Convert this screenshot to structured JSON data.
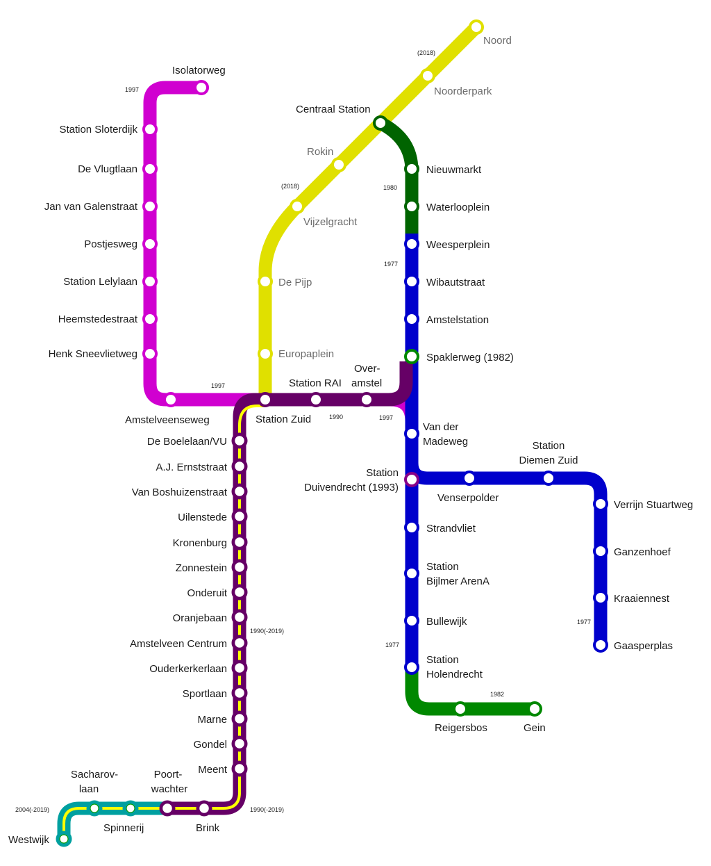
{
  "colors": {
    "magenta": "#d000d0",
    "yellow": "#e0e000",
    "dark_green": "#006400",
    "blue": "#0000cc",
    "purple": "#660066",
    "green": "#008800",
    "teal": "#00a0a0",
    "inner_yellow": "#ffff00"
  },
  "lines": {
    "magenta": {
      "years": [
        "1997",
        "1997",
        "1997"
      ],
      "stations": [
        "Isolatorweg",
        "Station Sloterdijk",
        "De Vlugtlaan",
        "Jan van Galenstraat",
        "Postjesweg",
        "Station Lelylaan",
        "Heemstedestraat",
        "Henk Sneevlietweg",
        "Amstelveenseweg"
      ]
    },
    "yellow": {
      "years": [
        "(2018)",
        "(2018)"
      ],
      "stations": [
        "Noord",
        "Noorderpark",
        "Rokin",
        "Vijzelgracht",
        "De Pijp",
        "Europaplein"
      ]
    },
    "dark_green": {
      "years": [
        "1980"
      ],
      "stations": [
        "Centraal Station",
        "Nieuwmarkt",
        "Waterlooplein"
      ]
    },
    "blue": {
      "years": [
        "1977",
        "1977",
        "1977"
      ],
      "stations": [
        "Weesperplein",
        "Wibautstraat",
        "Amstelstation",
        "Spaklerweg (1982)",
        "Van der Madeweg",
        "Station Duivendrecht (1993)",
        "Strandvliet",
        "Station Bijlmer ArenA",
        "Bullewijk",
        "Station Holendrecht",
        "Venserpolder",
        "Station Diemen Zuid",
        "Verrijn Stuartweg",
        "Ganzenhoef",
        "Kraaiennest",
        "Gaasperplas"
      ]
    },
    "green": {
      "years": [
        "1982"
      ],
      "stations": [
        "Reigersbos",
        "Gein"
      ]
    },
    "purple": {
      "years": [
        "1990"
      ],
      "stations": [
        "Station Zuid",
        "Station RAI",
        "Over-amstel"
      ]
    },
    "amstelveen": {
      "years": [
        "1990(-2019)",
        "1990(-2019)"
      ],
      "stations": [
        "De Boelelaan/VU",
        "A.J. Ernststraat",
        "Van Boshuizenstraat",
        "Uilenstede",
        "Kronenburg",
        "Zonnestein",
        "Onderuit",
        "Oranjebaan",
        "Amstelveen Centrum",
        "Ouderkerkerlaan",
        "Sportlaan",
        "Marne",
        "Gondel",
        "Meent",
        "Poort-wachter",
        "Brink"
      ]
    },
    "teal": {
      "years": [
        "2004(-2019)"
      ],
      "stations": [
        "Sacharov-laan",
        "Spinnerij",
        "Westwijk"
      ]
    }
  }
}
